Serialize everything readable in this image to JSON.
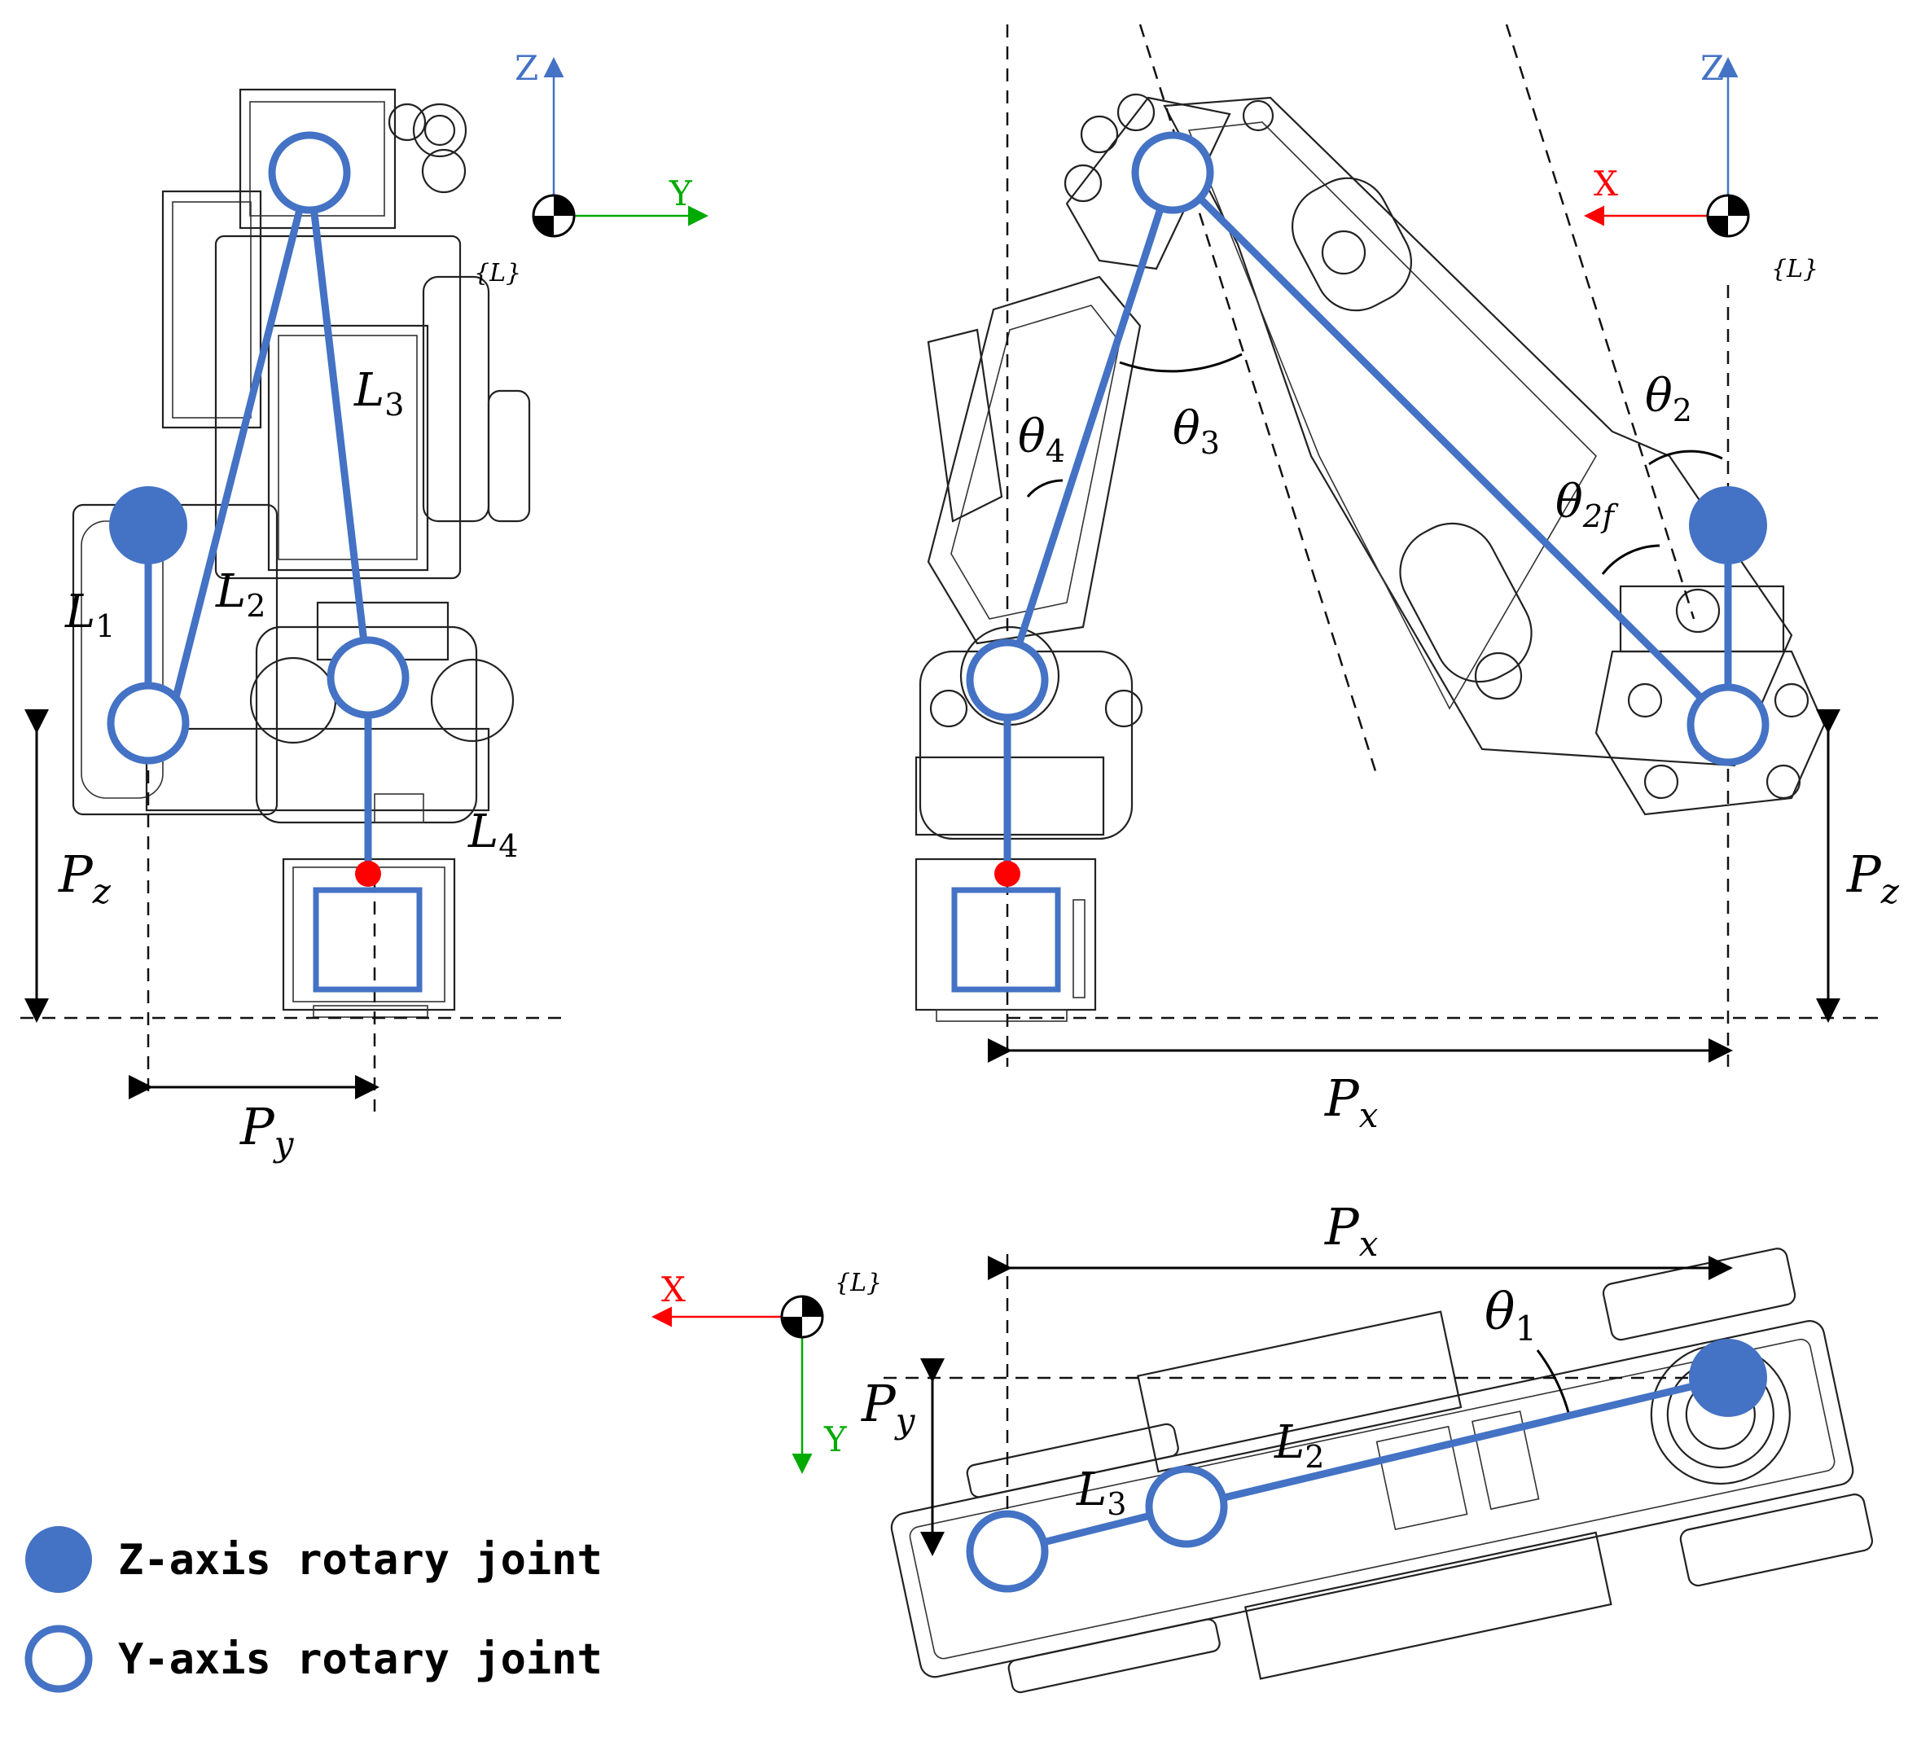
{
  "colors": {
    "joint_blue": "#4472C4",
    "end_effector_red": "#FF0000",
    "x_axis": "#FF0000",
    "y_axis": "#00AA00",
    "z_axis": "#4472C4"
  },
  "side_view": {
    "axis_z": "Z",
    "axis_y": "Y",
    "frame": "{L}",
    "L1": {
      "base": "L",
      "sub": "1"
    },
    "L2": {
      "base": "L",
      "sub": "2"
    },
    "L3": {
      "base": "L",
      "sub": "3"
    },
    "L4": {
      "base": "L",
      "sub": "4"
    },
    "Pz": {
      "base": "P",
      "sub": "z"
    },
    "Py": {
      "base": "P",
      "sub": "y"
    }
  },
  "front_view": {
    "axis_z": "Z",
    "axis_x": "X",
    "frame": "{L}",
    "theta2": {
      "base": "θ",
      "sub": "2"
    },
    "theta2f": {
      "base": "θ",
      "sub": "2f"
    },
    "theta3": {
      "base": "θ",
      "sub": "3"
    },
    "theta4": {
      "base": "θ",
      "sub": "4"
    },
    "Pz": {
      "base": "P",
      "sub": "z"
    },
    "Px": {
      "base": "P",
      "sub": "x"
    }
  },
  "top_view": {
    "axis_x": "X",
    "axis_y": "Y",
    "frame": "{L}",
    "theta1": {
      "base": "θ",
      "sub": "1"
    },
    "L2": {
      "base": "L",
      "sub": "2"
    },
    "L3": {
      "base": "L",
      "sub": "3"
    },
    "Px": {
      "base": "P",
      "sub": "x"
    },
    "Py": {
      "base": "P",
      "sub": "y"
    }
  },
  "legend": {
    "z_joint": "Z-axis rotary joint",
    "y_joint": "Y-axis rotary joint"
  }
}
